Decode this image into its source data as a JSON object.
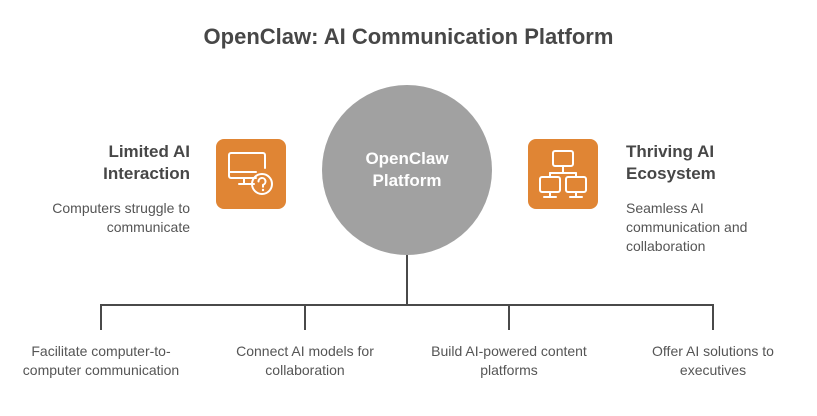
{
  "title": "OpenClaw: AI Communication Platform",
  "center": {
    "label": "OpenClaw Platform"
  },
  "left": {
    "title": "Limited AI Interaction",
    "description": "Computers struggle to communicate",
    "icon": "monitor-question-icon"
  },
  "right": {
    "title": "Thriving AI Ecosystem",
    "description": "Seamless AI communication and collaboration",
    "icon": "network-computers-icon"
  },
  "branches": [
    {
      "label": "Facilitate computer-to-computer communication"
    },
    {
      "label": "Connect AI models for collaboration"
    },
    {
      "label": "Build AI-powered content platforms"
    },
    {
      "label": "Offer AI solutions to executives"
    }
  ],
  "colors": {
    "accent": "#e08534",
    "center": "#a1a1a1",
    "text": "#474747",
    "line": "#4a4a4a"
  }
}
